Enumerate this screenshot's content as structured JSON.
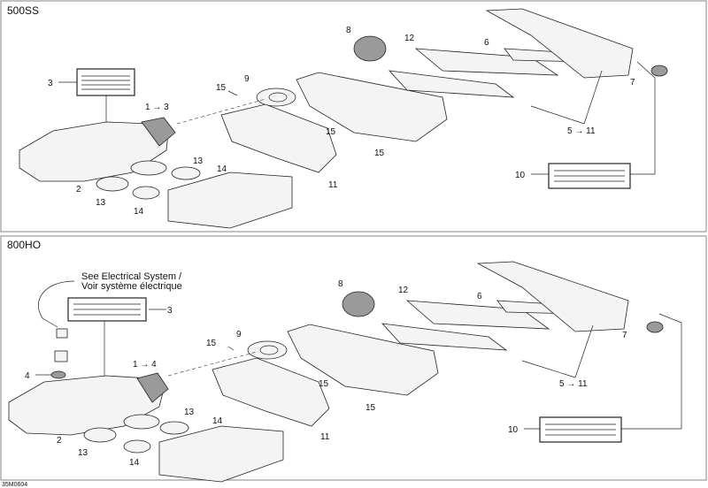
{
  "panels": [
    {
      "title": "500SS",
      "callouts": {
        "c3": "3",
        "c1to3": "1 → 3",
        "c8": "8",
        "c12": "12",
        "c6": "6",
        "c7": "7",
        "c9": "9",
        "c15a": "15",
        "c15b": "15",
        "c15c": "15",
        "c5to11": "5 → 11",
        "c13a": "13",
        "c14a": "14",
        "c2": "2",
        "c13b": "13",
        "c14b": "14",
        "c11": "11",
        "c10": "10"
      }
    },
    {
      "title": "800HO",
      "note_line1": "See Electrical System /",
      "note_line2": "Voir système électrique",
      "callouts": {
        "c3": "3",
        "c1to4": "1 → 4",
        "c4": "4",
        "c8": "8",
        "c12": "12",
        "c6": "6",
        "c7": "7",
        "c9": "9",
        "c15a": "15",
        "c15b": "15",
        "c15c": "15",
        "c5to11": "5 → 11",
        "c13a": "13",
        "c14a": "14",
        "c2": "2",
        "c13b": "13",
        "c14b": "14",
        "c11": "11",
        "c10": "10"
      }
    }
  ],
  "footer_code": "35M0604"
}
